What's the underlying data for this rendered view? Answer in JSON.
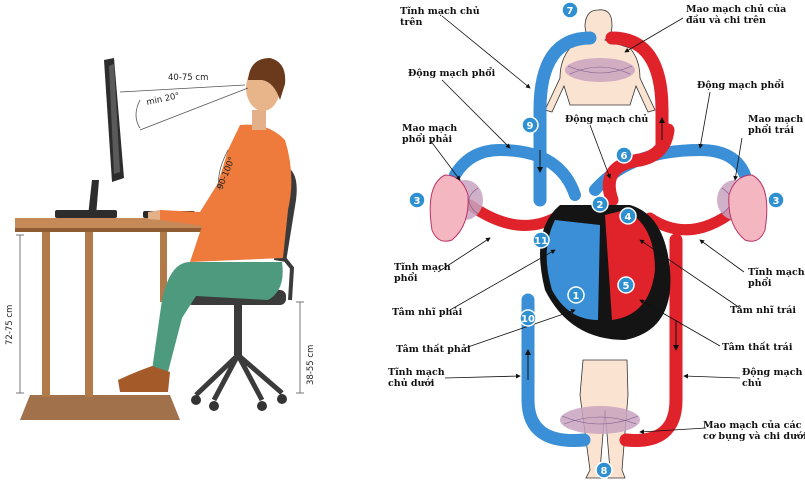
{
  "ergonomics": {
    "measurements": {
      "eye_distance": "40-75 cm",
      "view_angle": "min 20°",
      "elbow_angle": "90-100°",
      "desk_height": "72-75 cm",
      "seat_height": "38-55 cm"
    }
  },
  "circulation": {
    "labels": {
      "vena_cava_superior": [
        "Tĩnh mạch chủ",
        "trên"
      ],
      "head_capillaries": [
        "Mao mạch chủ của",
        "đầu và chi trên"
      ],
      "pulmonary_artery_left_label": [
        "Động mạch phổi"
      ],
      "pulmonary_artery_right_label": [
        "Động mạch phổi"
      ],
      "aorta_top": [
        "Động mạch chủ"
      ],
      "lung_capillaries_right": [
        "Mao mạch",
        "phổi phải"
      ],
      "lung_capillaries_left": [
        "Mao mạch",
        "phổi trái"
      ],
      "pulmonary_vein_left": [
        "Tĩnh mạch",
        "phổi"
      ],
      "pulmonary_vein_right": [
        "Tĩnh mạch",
        "phổi"
      ],
      "right_atrium": [
        "Tâm nhĩ phải"
      ],
      "left_atrium": [
        "Tâm nhĩ trái"
      ],
      "right_ventricle": [
        "Tâm thất phải"
      ],
      "left_ventricle": [
        "Tâm thất trái"
      ],
      "vena_cava_inferior": [
        "Tĩnh mạch",
        "chủ dưới"
      ],
      "aorta_bottom": [
        "Động mạch",
        "chủ"
      ],
      "body_capillaries": [
        "Mao mạch của các",
        "cơ bụng và chi dưới"
      ]
    },
    "badges": [
      "1",
      "2",
      "3",
      "3",
      "4",
      "5",
      "6",
      "7",
      "8",
      "9",
      "10",
      "11"
    ],
    "colors": {
      "oxygenated": "#e0222b",
      "deoxygenated": "#3a8fd6",
      "badge": "#2e8fd1"
    }
  }
}
